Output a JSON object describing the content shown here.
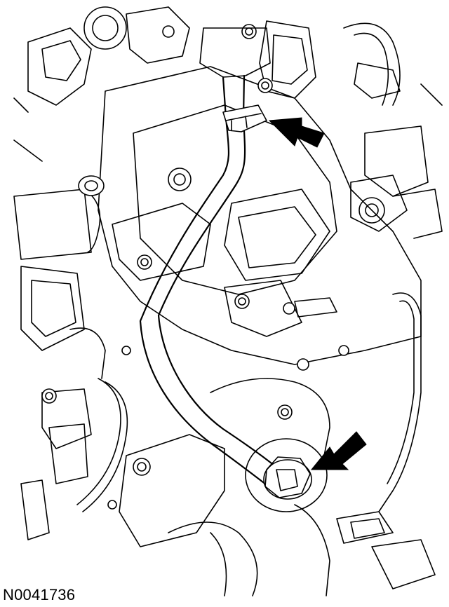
{
  "figure": {
    "id_label": "N0041736",
    "arrows": [
      {
        "name": "upper-fitting-arrow",
        "target": "upper-tube-nut"
      },
      {
        "name": "lower-fitting-arrow",
        "target": "lower-tube-nut"
      }
    ],
    "colors": {
      "line": "#000000",
      "background": "#ffffff"
    }
  }
}
